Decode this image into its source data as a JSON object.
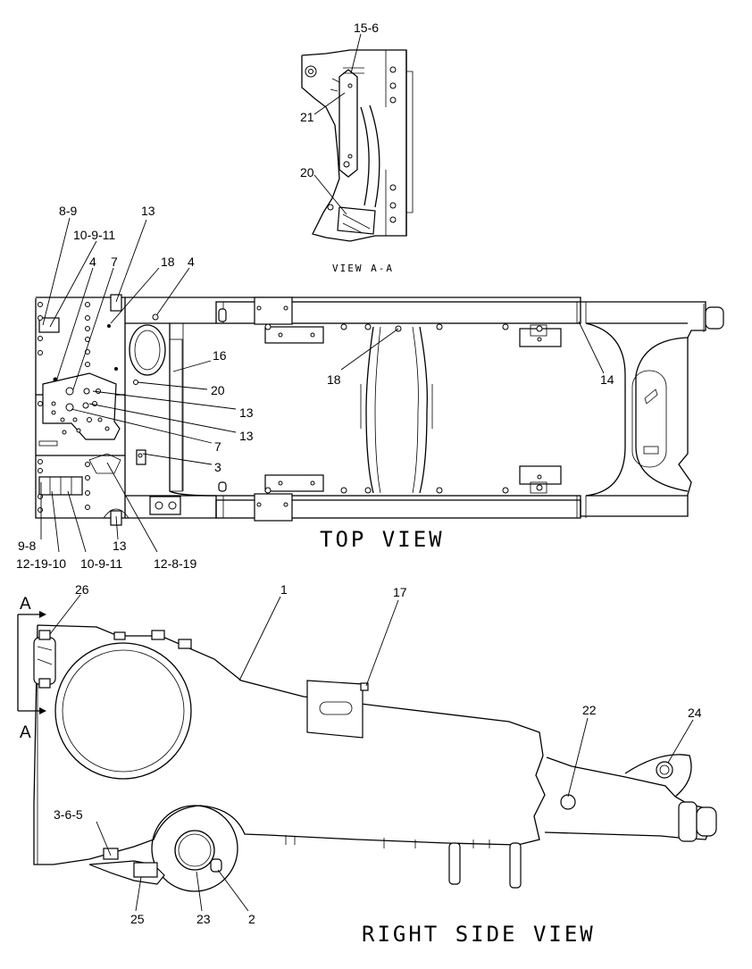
{
  "titles": {
    "top_view": "TOP VIEW",
    "right_side_view": "RIGHT SIDE VIEW",
    "view_aa": "VIEW A-A",
    "section_a_top": "A",
    "section_a_bottom": "A"
  },
  "callouts": {
    "c15_6": "15-6",
    "c21": "21",
    "c20_a": "20",
    "c8_9": "8-9",
    "c10_9_11_a": "10-9-11",
    "c13_a": "13",
    "c4_a": "4",
    "c7_a": "7",
    "c18_a": "18",
    "c4_b": "4",
    "c16": "16",
    "c20_b": "20",
    "c13_b": "13",
    "c13_c": "13",
    "c7_b": "7",
    "c3": "3",
    "c18_b": "18",
    "c14": "14",
    "c9_8": "9-8",
    "c12_19_10": "12-19-10",
    "c10_9_11_b": "10-9-11",
    "c13_d": "13",
    "c12_8_19": "12-8-19",
    "c26": "26",
    "c1": "1",
    "c17": "17",
    "c22": "22",
    "c24": "24",
    "c3_6_5": "3-6-5",
    "c25": "25",
    "c23": "23",
    "c2": "2"
  }
}
